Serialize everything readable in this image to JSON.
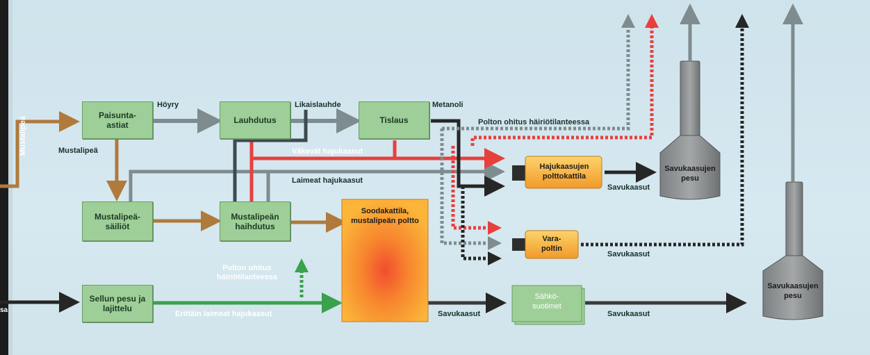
{
  "nodes": {
    "paisunta": "Paisunta-\nastiat",
    "lauhdutus": "Lauhdutus",
    "tislaus": "Tislaus",
    "sailiot": "Mustalipeä-\nsäiliöt",
    "haihdutus": "Mustalipeän\nhaihdutus",
    "soodakattila": "Soodakattila,\nmustalipeän poltto",
    "sellun_pesu": "Sellun pesu ja\nlajittelu",
    "hajukaasujen_polttokattila": "Hajukaasujen\npolttokattila",
    "varapoltin": "Vara-\npoltin",
    "sahkosuotimet": "Sähkö-\nsuotimet",
    "savukaasujen_pesu_1": "Savukaasujen\npesu",
    "savukaasujen_pesu_2": "Savukaasujen\npesu"
  },
  "labels": {
    "mustalipea_vertical": "Mustalipeä",
    "hoyry": "Höyry",
    "likaislauhde": "Likaislauhde",
    "metanoli": "Metanoli",
    "mustalipea": "Mustalipeä",
    "polton_ohitus_1": "Polton ohitus häiriötilanteessa",
    "vakevat": "Väkevät hajukaasut",
    "laimeat": "Laimeat hajukaasut",
    "polton_ohitus_2": "Polton ohitus\nhäiriötilanteessa",
    "erittain_laimeat": "Erittäin laimeat hajukaasut",
    "savukaasut_1": "Savukaasut",
    "savukaasut_2": "Savukaasut",
    "savukaasut_3": "Savukaasut",
    "savukaasut_4": "Savukaasut",
    "left_edge_sa": "sa"
  },
  "colors": {
    "brown": "#b07a3c",
    "gray": "#7f8c8f",
    "dark": "#262626",
    "red": "#e8403d",
    "green": "#3aa14c",
    "box_green": "#9fcf98",
    "tank_gray": "#8b8d8e"
  }
}
